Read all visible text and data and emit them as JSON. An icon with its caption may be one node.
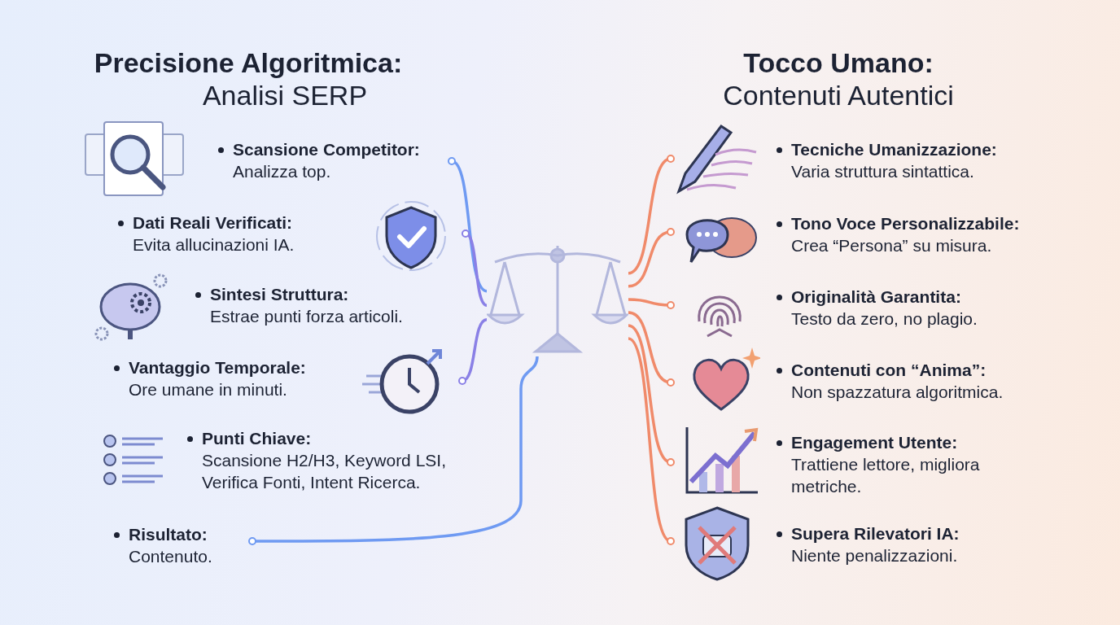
{
  "diagram": {
    "nodes": [
      {
        "text": [],
        "shape": "picture"
      },
      {
        "text": [
          "Scansione Competitor:",
          "Analizza top."
        ]
      },
      {
        "text": [
          "Dati Reali Verificati:",
          "Evita allucinazioni IA."
        ]
      },
      {
        "text": [
          "Sintesi Struttura:",
          "Estrae punti forza articoli."
        ]
      },
      {
        "text": [
          "Vantaggio Temporale:",
          "Ore umane in minuti."
        ]
      },
      {
        "text": [
          "Punti Chiave:",
          "Scansione H2/H3, Keyword LSI, Verifica Fonti, Intent Ricerca."
        ]
      },
      {
        "text": [
          "Risultato:",
          "Contenuto."
        ]
      },
      {
        "text": [
          "Tecniche Umanizzazione:",
          "Varia struttura sintattica."
        ]
      },
      {
        "text": [
          "Tono Voce Personalizzabile:",
          "Crea “Persona” su misura."
        ]
      },
      {
        "text": [
          "Originalità Garantita:",
          "Testo da zero, no plagio."
        ]
      },
      {
        "text": [
          "Contenuti con “Anima”:",
          "Non spazzatura algoritmica."
        ]
      },
      {
        "text": [
          "Engagement Utente:",
          "Trattiene lettore, migliora metriche."
        ]
      },
      {
        "text": [
          "Supera Rilevatori IA:",
          "Niente penalizzazioni."
        ]
      }
    ],
    "edges": [
      {
        "from": 1,
        "to": 0,
        "arrow": "other",
        "color": "#6f9af2"
      },
      {
        "from": 2,
        "to": 0,
        "arrow": "other",
        "color": "#8a80e6"
      },
      {
        "from": 4,
        "to": 0,
        "arrow": "other",
        "color": "#8a80e6"
      },
      {
        "from": 6,
        "to": 0,
        "arrow": "other",
        "color": "#6f9af2"
      },
      {
        "from": 7,
        "to": 0,
        "arrow": "other"
      },
      {
        "from": 8,
        "to": 0,
        "arrow": "other"
      },
      {
        "from": 9,
        "to": 0,
        "arrow": "other"
      },
      {
        "from": 10,
        "to": 0,
        "arrow": "other"
      },
      {
        "from": 11,
        "to": 0,
        "arrow": "other"
      },
      {
        "from": 12,
        "to": 0,
        "arrow": "other"
      }
    ],
    "labels": [
      "Precisione Algoritmica:",
      "Analisi SERP",
      "Tocco Umano:",
      "Contenuti Autentici"
    ]
  }
}
